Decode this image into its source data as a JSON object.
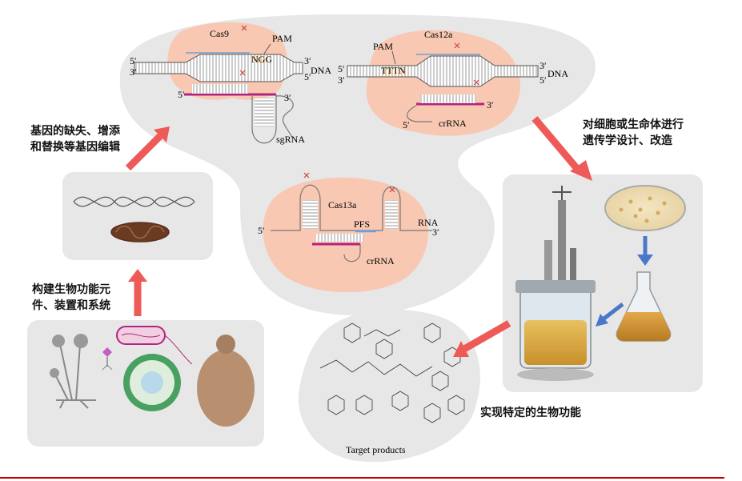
{
  "cas9": {
    "title": "Cas9",
    "pam_label": "PAM",
    "pam_seq": "NGG",
    "dna_label": "DNA",
    "sgrna_label": "sgRNA",
    "five_prime": "5′",
    "three_prime": "3′"
  },
  "cas12a": {
    "title": "Cas12a",
    "pam_label": "PAM",
    "pam_seq": "TTTN",
    "dna_label": "DNA",
    "crrna_label": "crRNA",
    "five_prime": "5′",
    "three_prime": "3′"
  },
  "cas13a": {
    "title": "Cas13a",
    "pfs_label": "PFS",
    "rna_label": "RNA",
    "crrna_label": "crRNA",
    "five_prime": "5′",
    "three_prime": "3′"
  },
  "captions": {
    "gene_edit_line1": "基因的缺失、增添",
    "gene_edit_line2": "和替换等基因编辑",
    "build_line1": "构建生物功能元",
    "build_line2": "件、装置和系统",
    "design_line1": "对细胞或生命体进行",
    "design_line2": "遗传学设计、改造",
    "function": "实现特定的生物功能",
    "target_products": "Target products"
  },
  "colors": {
    "cloud": "#e7e7e7",
    "cas_blob": "#f8c8b2",
    "arrow_red": "#ee5a57",
    "arrow_blue": "#4a78c8",
    "guide_rna": "#b3237f",
    "pam_orange": "#f0b060",
    "strand_blue": "#6ca0d8",
    "footer_line": "#c00000"
  }
}
